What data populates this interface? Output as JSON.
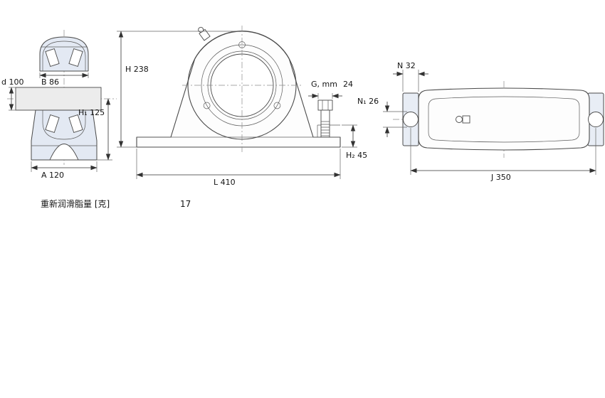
{
  "drawing": {
    "side_view": {
      "dim_B": "B 86",
      "dim_d": "d 100",
      "dim_H1": "H₁ 125",
      "dim_A": "A 120"
    },
    "front_view": {
      "dim_H": "H 238",
      "dim_G_label": "G, mm",
      "dim_G_value": "24",
      "dim_H2": "H₂ 45",
      "dim_L": "L 410"
    },
    "top_view": {
      "dim_N": "N 32",
      "dim_N1": "N₁ 26",
      "dim_J": "J 350"
    },
    "footer": {
      "label": "重新润滑脂量 [克]",
      "value": "17"
    }
  }
}
